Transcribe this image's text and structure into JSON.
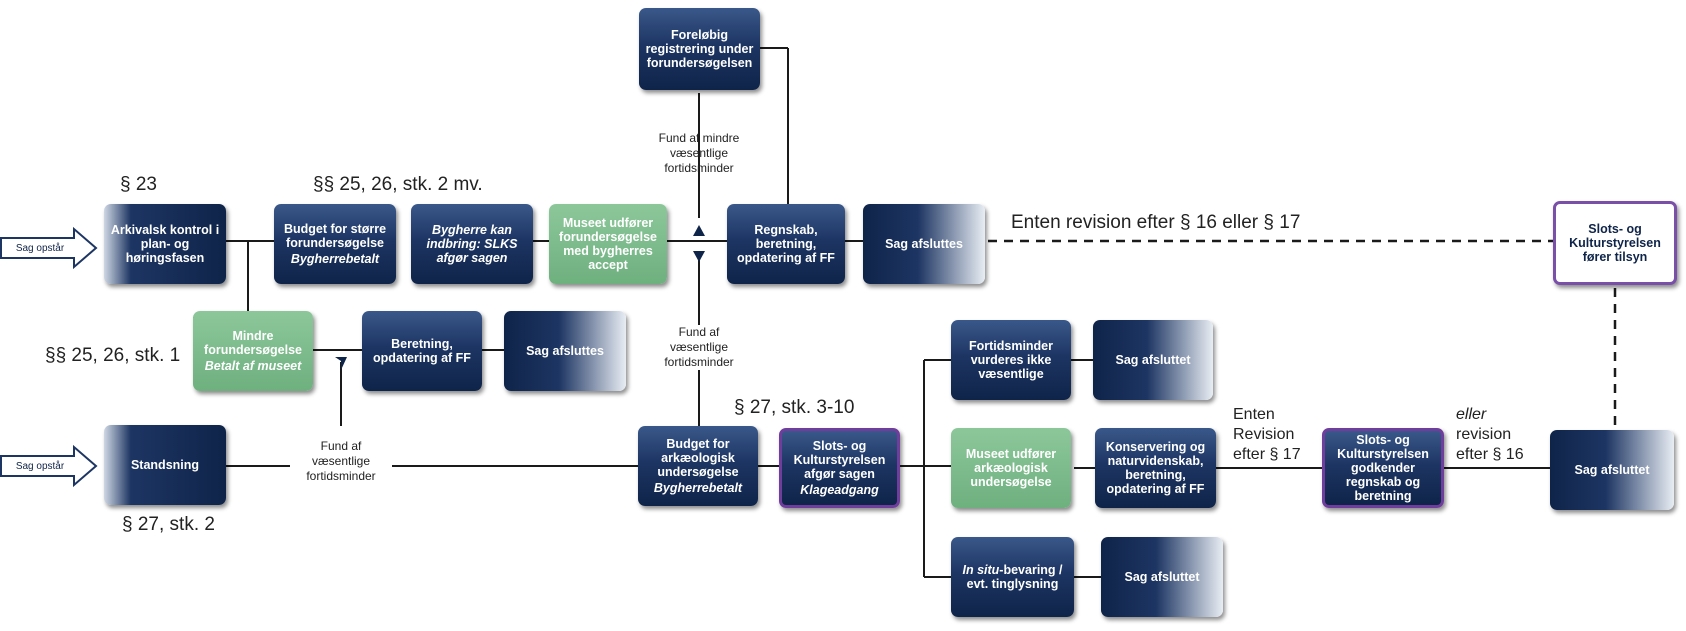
{
  "start": {
    "top": "Sag opstår",
    "bottom": "Sag opstår"
  },
  "sections": {
    "s23": "§ 23",
    "s25_26_mv": "§§ 25, 26, stk. 2 mv.",
    "s25_26_stk1": "§§ 25, 26, stk. 1",
    "s27_2": "§ 27, stk. 2",
    "s27_3_10": "§ 27, stk. 3-10"
  },
  "boxes": {
    "arkivalsk": "Arkivalsk kontrol i plan- og høringsfasen",
    "budget_stoerre": {
      "main": "Budget for større forundersøgelse",
      "sub": "Bygherrebetalt"
    },
    "bygherre_indbring": "Bygherre kan indbring: SLKS afgør sagen",
    "museet_forund": "Museet udfører forundersøgelse med bygherres accept",
    "foreloebig": "Foreløbig registrering under forundersøgelsen",
    "regnskab": "Regnskab, beretning, opdatering af FF",
    "sag_afsluttes_top": "Sag afsluttes",
    "slots_tilsyn": "Slots- og Kulturstyrelsen fører tilsyn",
    "mindre_forund": {
      "main": "Mindre forundersøgelse",
      "sub": "Betalt af museet"
    },
    "beretning_mid": "Beretning, opdatering af FF",
    "sag_afsluttes_mid": "Sag afsluttes",
    "standsning": "Standsning",
    "budget_ark": {
      "main": "Budget for arkæologisk undersøgelse",
      "sub": "Bygherrebetalt"
    },
    "slots_afgoer": {
      "main": "Slots- og Kulturstyrelsen afgør sagen",
      "sub": "Klageadgang"
    },
    "fortidsminder_ikke": "Fortidsminder vurderes ikke væsentlige",
    "sag_afsluttet_1": "Sag afsluttet",
    "museet_ark": "Museet udfører arkæologisk undersøgelse",
    "konservering": "Konservering og naturvidenskab, beretning, opdatering af FF",
    "insitu": {
      "it": "In situ",
      "rest": "-bevaring / evt. tinglysning"
    },
    "sag_afsluttet_3": "Sag afsluttet",
    "slots_godkender": "Slots- og Kulturstyrelsen godkender regnskab og beretning",
    "sag_afsluttet_right": "Sag afsluttet"
  },
  "labels": {
    "fund_mindre": [
      "Fund af mindre",
      "væsentlige",
      "fortidsminder"
    ],
    "fund_vaes_top": [
      "Fund af",
      "væsentlige",
      "fortidsminder"
    ],
    "fund_vaes_bottom": [
      "Fund af",
      "væsentlige",
      "fortidsminder"
    ],
    "enten_top": "Enten revision efter § 16 eller § 17",
    "enten_revision": [
      "Enten",
      "Revision",
      "efter § 17"
    ],
    "eller_revision": {
      "it": "eller",
      "l2": "revision",
      "l3": "efter § 16"
    }
  }
}
